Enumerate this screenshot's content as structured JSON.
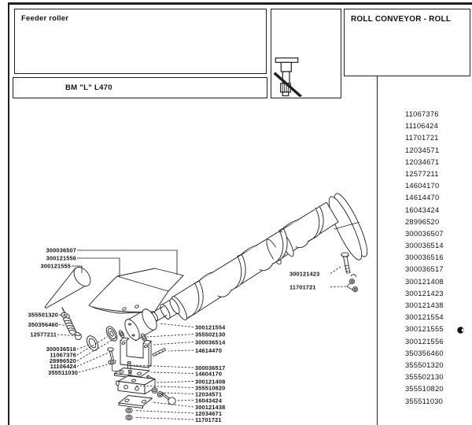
{
  "header": {
    "part_title": "Feeder roller",
    "model": "BM \"L\" L470",
    "section_title": "ROLL CONVEYOR - ROLL"
  },
  "accent_color": "#1f1f1f",
  "parts_list": [
    "11067376",
    "11106424",
    "11701721",
    "12034571",
    "12034671",
    "12577211",
    "14604170",
    "14614470",
    "16043424",
    "28996520",
    "300036507",
    "300036514",
    "300036516",
    "300036517",
    "300121408",
    "300121423",
    "300121438",
    "300121554",
    "300121555",
    "300121556",
    "350356460",
    "355501320",
    "355502130",
    "355510820",
    "355511030"
  ],
  "marked_part": "300121555",
  "callouts": {
    "left_top": [
      "300036507",
      "300121556",
      "300121555"
    ],
    "left_mid": [
      "355501320",
      "350356460",
      "12577211"
    ],
    "left_bottom": [
      "300036516",
      "11067376",
      "28996520",
      "11106424",
      "355511030"
    ],
    "right_mid": [
      "300121423",
      "11701721"
    ],
    "center": [
      "300121554",
      "355502130",
      "300036514",
      "14614470",
      "300036517",
      "14604170",
      "300121408",
      "355510820",
      "12034571",
      "16043424",
      "300121438",
      "12034671",
      "11701721"
    ]
  },
  "icons": {
    "crossed_bolt": "crossed-bolt-icon",
    "selected_marker": "selected-part-marker"
  }
}
